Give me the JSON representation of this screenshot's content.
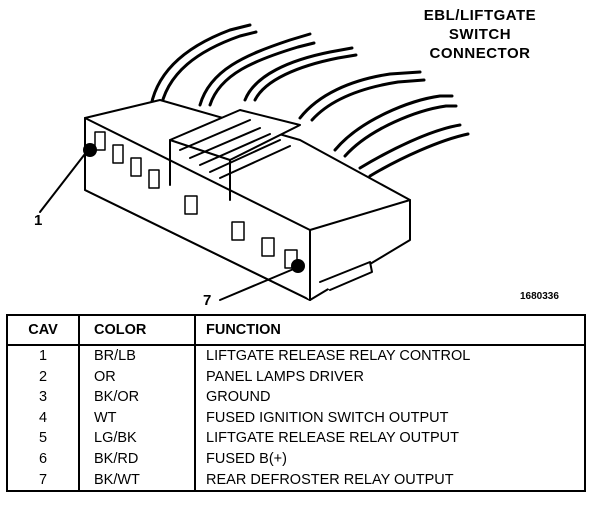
{
  "title": {
    "line1": "EBL/LIFTGATE",
    "line2": "SWITCH",
    "line3": "CONNECTOR"
  },
  "callouts": {
    "cavity_1": "1",
    "cavity_7": "7"
  },
  "figure_id": "1680336",
  "table": {
    "headers": {
      "cav": "CAV",
      "color": "COLOR",
      "function": "FUNCTION"
    },
    "rows": [
      {
        "cav": "1",
        "color": "BR/LB",
        "function": "LIFTGATE RELEASE RELAY CONTROL"
      },
      {
        "cav": "2",
        "color": "OR",
        "function": "PANEL LAMPS DRIVER"
      },
      {
        "cav": "3",
        "color": "BK/OR",
        "function": "GROUND"
      },
      {
        "cav": "4",
        "color": "WT",
        "function": "FUSED IGNITION SWITCH OUTPUT"
      },
      {
        "cav": "5",
        "color": "LG/BK",
        "function": "LIFTGATE RELEASE RELAY OUTPUT"
      },
      {
        "cav": "6",
        "color": "BK/RD",
        "function": "FUSED B(+)"
      },
      {
        "cav": "7",
        "color": "BK/WT",
        "function": "REAR DEFROSTER RELAY OUTPUT"
      }
    ]
  }
}
